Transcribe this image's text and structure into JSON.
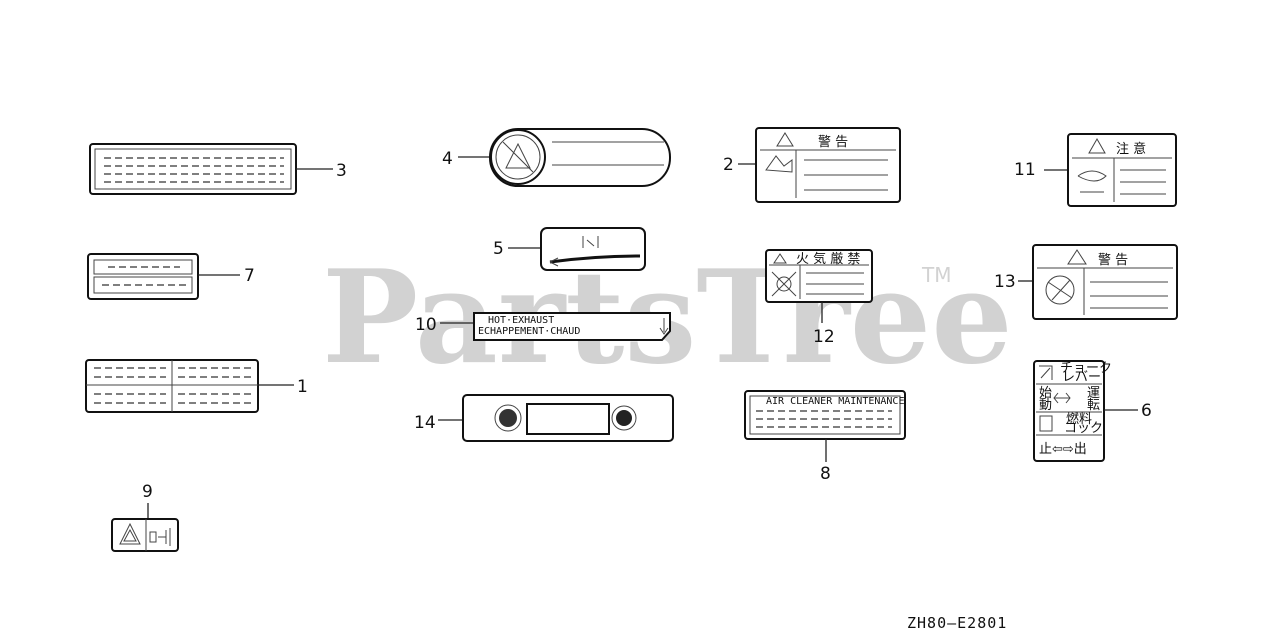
{
  "watermark": {
    "text": "PartsTree",
    "trademark": "TM"
  },
  "diagram_code": "ZH80—E2801",
  "callouts": [
    {
      "id": "1"
    },
    {
      "id": "2"
    },
    {
      "id": "3"
    },
    {
      "id": "4"
    },
    {
      "id": "5"
    },
    {
      "id": "6"
    },
    {
      "id": "7"
    },
    {
      "id": "8"
    },
    {
      "id": "9"
    },
    {
      "id": "10"
    },
    {
      "id": "11"
    },
    {
      "id": "12"
    },
    {
      "id": "13"
    },
    {
      "id": "14"
    }
  ],
  "label_texts": {
    "hot_exhaust_line1": "HOT·EXHAUST",
    "hot_exhaust_line2": "ECHAPPEMENT·CHAUD",
    "air_cleaner": "AIR CLEANER MAINTENANCE",
    "warning_kanji": "警 告",
    "caution_kanji": "注 意",
    "fire_kanji": "火 気 厳 禁",
    "choke_lever": "チョーク",
    "choke_lever2": "レバー",
    "start_kanji": "始",
    "start_kanji2": "動",
    "run_kanji": "運",
    "run_kanji2": "転",
    "fuel_cock": "燃料",
    "fuel_cock2": "コック",
    "stop_open": "止⇦⇨出"
  }
}
